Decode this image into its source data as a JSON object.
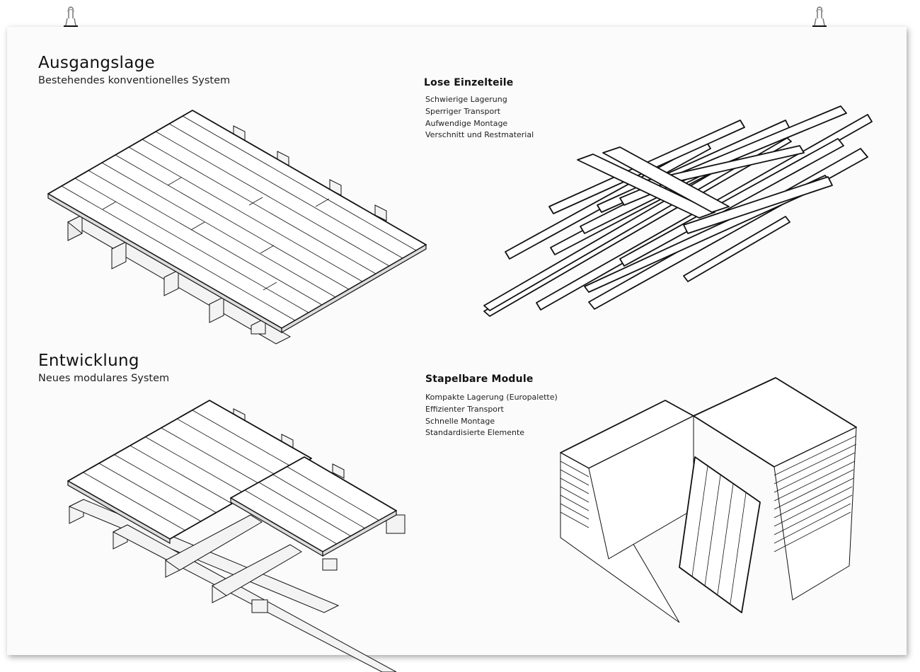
{
  "section_current": {
    "title": "Ausgangslage",
    "subtitle": "Bestehendes konventionelles System"
  },
  "section_new": {
    "title": "Entwicklung",
    "subtitle": "Neues modulares System"
  },
  "panel_loose": {
    "title": "Lose Einzelteile",
    "items": [
      "Schwierige Lagerung",
      "Sperriger Transport",
      "Aufwendige Montage",
      "Verschnitt und Restmaterial"
    ]
  },
  "panel_stackable": {
    "title": "Stapelbare Module",
    "items": [
      "Kompakte Lagerung (Europalette)",
      "Effizienter Transport",
      "Schnelle Montage",
      "Standardisierte Elemente"
    ]
  },
  "icons": [
    "binder-clip-icon"
  ]
}
